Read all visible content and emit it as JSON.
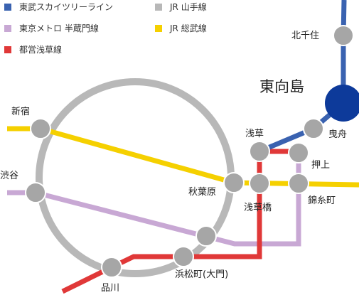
{
  "legend": [
    {
      "label": "東武スカイツリーライン",
      "color": "#3a62b0"
    },
    {
      "label": "JR 山手線",
      "color": "#b8b8b8"
    },
    {
      "label": "東京メトロ 半蔵門線",
      "color": "#c8a8d4"
    },
    {
      "label": "JR 総武線",
      "color": "#f5d000"
    },
    {
      "label": "都営浅草線",
      "color": "#e03838"
    }
  ],
  "stations": {
    "kitasenju": "北千住",
    "higashimukojima": "東向島",
    "hikifune": "曳舟",
    "asakusa": "浅草",
    "oshiage": "押上",
    "shinjuku": "新宿",
    "shibuya": "渋谷",
    "akihabara": "秋葉原",
    "asakusabashi": "浅草橋",
    "kinshicho": "錦糸町",
    "hamamatsucho": "浜松町(大門)",
    "shinagawa": "品川"
  },
  "colors": {
    "station_dot": "#a6a6a6",
    "featured_station": "#0d3a9a"
  }
}
